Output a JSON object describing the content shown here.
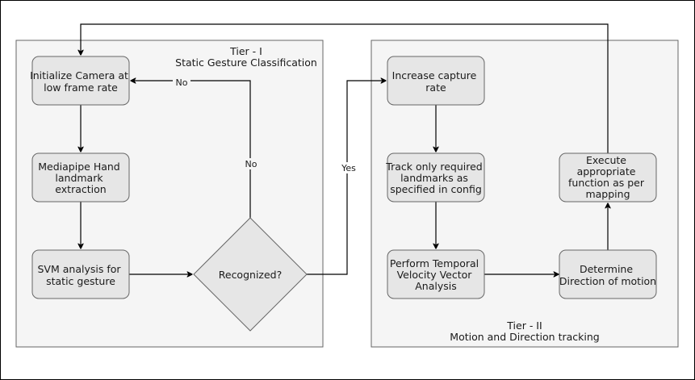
{
  "tiers": {
    "tier1": {
      "label": "Tier - I",
      "subtitle": "Static Gesture Classification"
    },
    "tier2": {
      "label": "Tier - II",
      "subtitle": "Motion and Direction tracking"
    }
  },
  "nodes": {
    "init_camera": [
      "Initialize Camera at",
      "low frame rate"
    ],
    "mediapipe": [
      "Mediapipe Hand",
      "landmark",
      "extraction"
    ],
    "svm": [
      "SVM analysis for",
      "static gesture"
    ],
    "recognized": [
      "Recognized?"
    ],
    "increase_rate": [
      "Increase capture",
      "rate"
    ],
    "track_landmarks": [
      "Track only required",
      "landmarks as",
      "specified in config"
    ],
    "temporal_velocity": [
      "Perform Temporal",
      "Velocity Vector",
      "Analysis"
    ],
    "determine_direction": [
      "Determine",
      "Direction of motion"
    ],
    "execute_function": [
      "Execute",
      "appropriate",
      "function as per",
      "mapping"
    ]
  },
  "edges": {
    "no_label_1": "No",
    "no_label_2": "No",
    "yes_label": "Yes"
  }
}
